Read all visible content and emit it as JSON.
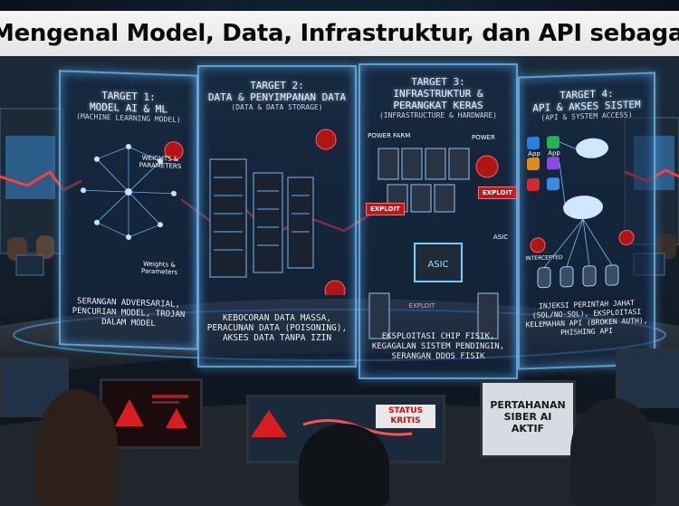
{
  "title": "Mengenal Model, Data, Infrastruktur, dan API sebagai Target Serangan",
  "panels": [
    {
      "heading_1": "TARGET 1:",
      "heading_2": "MODEL AI & ML",
      "subtitle": "(MACHINE LEARNING MODEL)",
      "tag_a": "WEIGHTS & PARAMETERS",
      "tag_b": "Weights & Parameters",
      "footer": "SERANGAN ADVERSARIAL, PENCURIAN MODEL, TROJAN DALAM MODEL"
    },
    {
      "heading_1": "TARGET 2:",
      "heading_2": "DATA & PENYIMPANAN DATA",
      "subtitle": "(DATA & DATA STORAGE)",
      "footer": "KEBOCORAN DATA MASSA, PERACUNAN DATA (POISONING), AKSES DATA TANPA IZIN"
    },
    {
      "heading_1": "TARGET 3:",
      "heading_2": "INFRASTRUKTUR & PERANGKAT KERAS",
      "subtitle": "(INFRASTRUCTURE & HARDWARE)",
      "tag_a": "POWER FARM",
      "tag_b": "POWER",
      "tag_c": "ASIC",
      "tag_d": "EXPLOIT",
      "footer": "EKSPLOITASI CHIP FISIK, KEGAGALAN SISTEM PENDINGIN, SERANGAN DDOS FISIK"
    },
    {
      "heading_1": "TARGET 4:",
      "heading_2": "API & AKSES SISTEM",
      "subtitle": "(API & SYSTEM ACCESS)",
      "tag_a": "App",
      "tag_b": "App",
      "tag_c": "INTERCEPTED",
      "footer": "INJEKSI PERINTAH JAHAT (SQL/NO-SQL), EKSPLOITASI KELEMAHAN API (BROKEN AUTH), PHISHING API"
    }
  ],
  "exploit_labels": [
    "EXPLOIT",
    "EXPLOIT"
  ],
  "monitors": {
    "status": "STATUS KRITIS",
    "defense": "PERTAHANAN SIBER AI AKTIF"
  },
  "colors": {
    "accent": "#5ab4ff",
    "alert": "#d01818",
    "glow": "#ff3b3b"
  }
}
